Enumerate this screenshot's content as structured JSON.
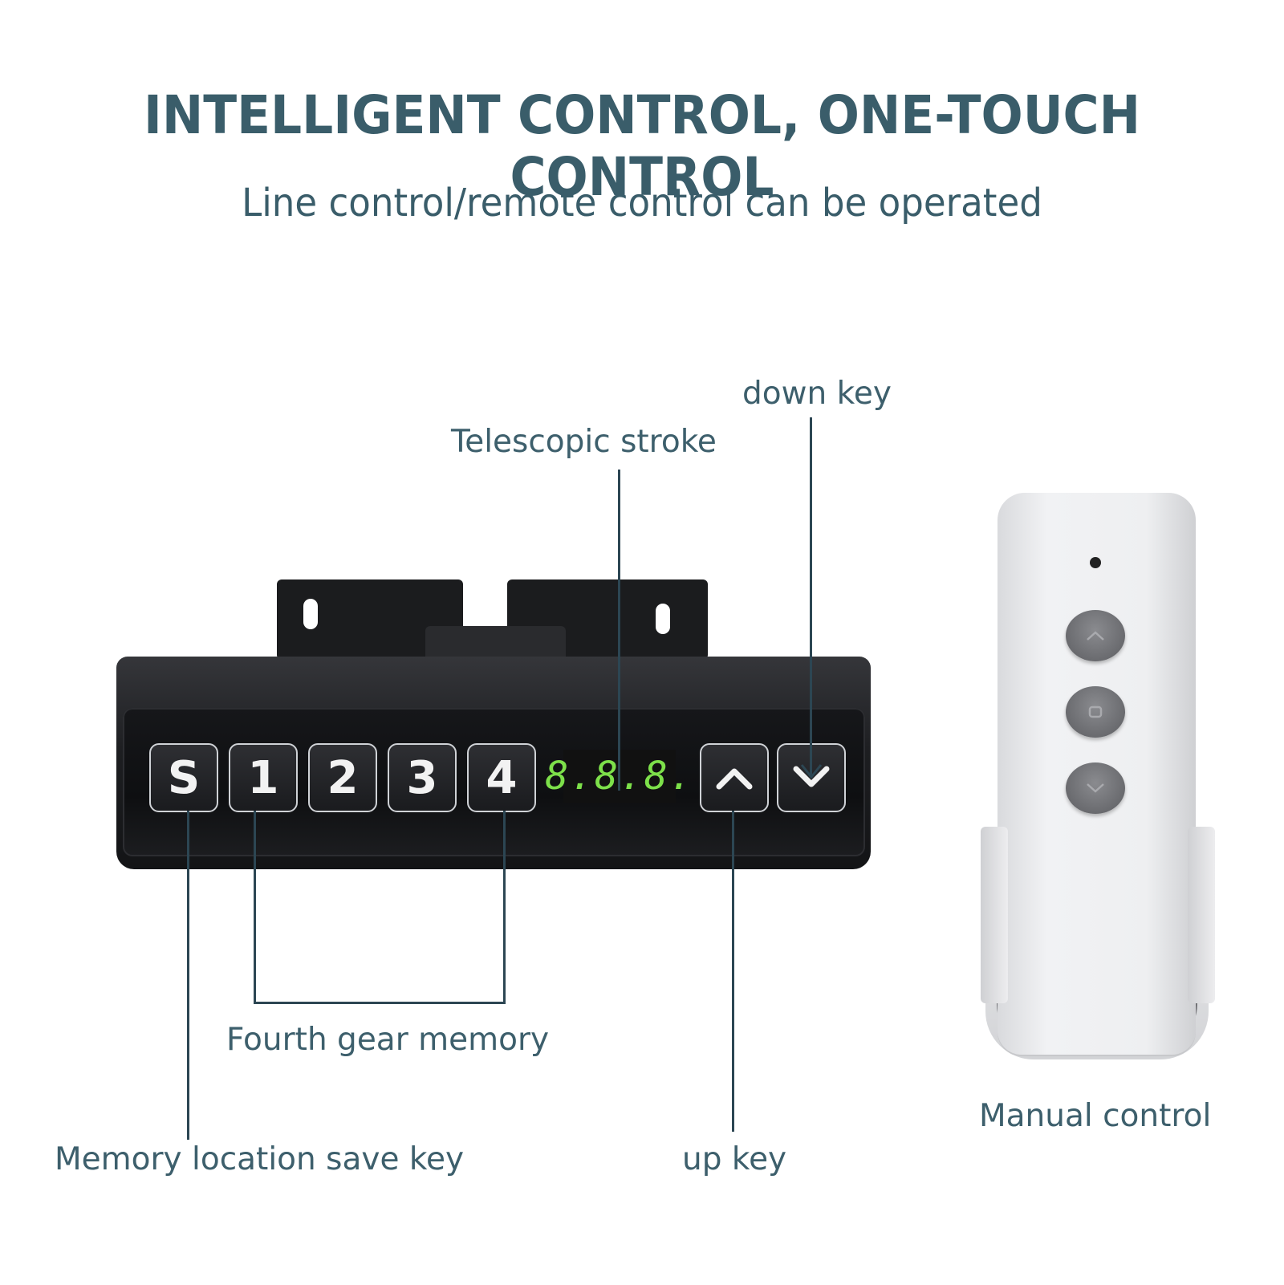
{
  "headline": "INTELLIGENT CONTROL, ONE-TOUCH CONTROL",
  "subheadline": "Line control/remote control can be operated",
  "labels": {
    "down_key": "down key",
    "telescopic_stroke": "Telescopic stroke",
    "fourth_gear_memory": "Fourth gear memory",
    "memory_save_key": "Memory location save key",
    "up_key": "up key",
    "manual_control": "Manual control"
  },
  "line_control": {
    "keys": [
      "S",
      "1",
      "2",
      "3",
      "4"
    ],
    "display": "8.8.8.",
    "up_icon": "chevron-up-icon",
    "down_icon": "chevron-down-icon"
  },
  "remote": {
    "buttons": [
      "chevron-up-icon",
      "stop-icon",
      "chevron-down-icon"
    ]
  },
  "colors": {
    "text": "#3a5d6a",
    "display_digits": "#7de04a"
  }
}
